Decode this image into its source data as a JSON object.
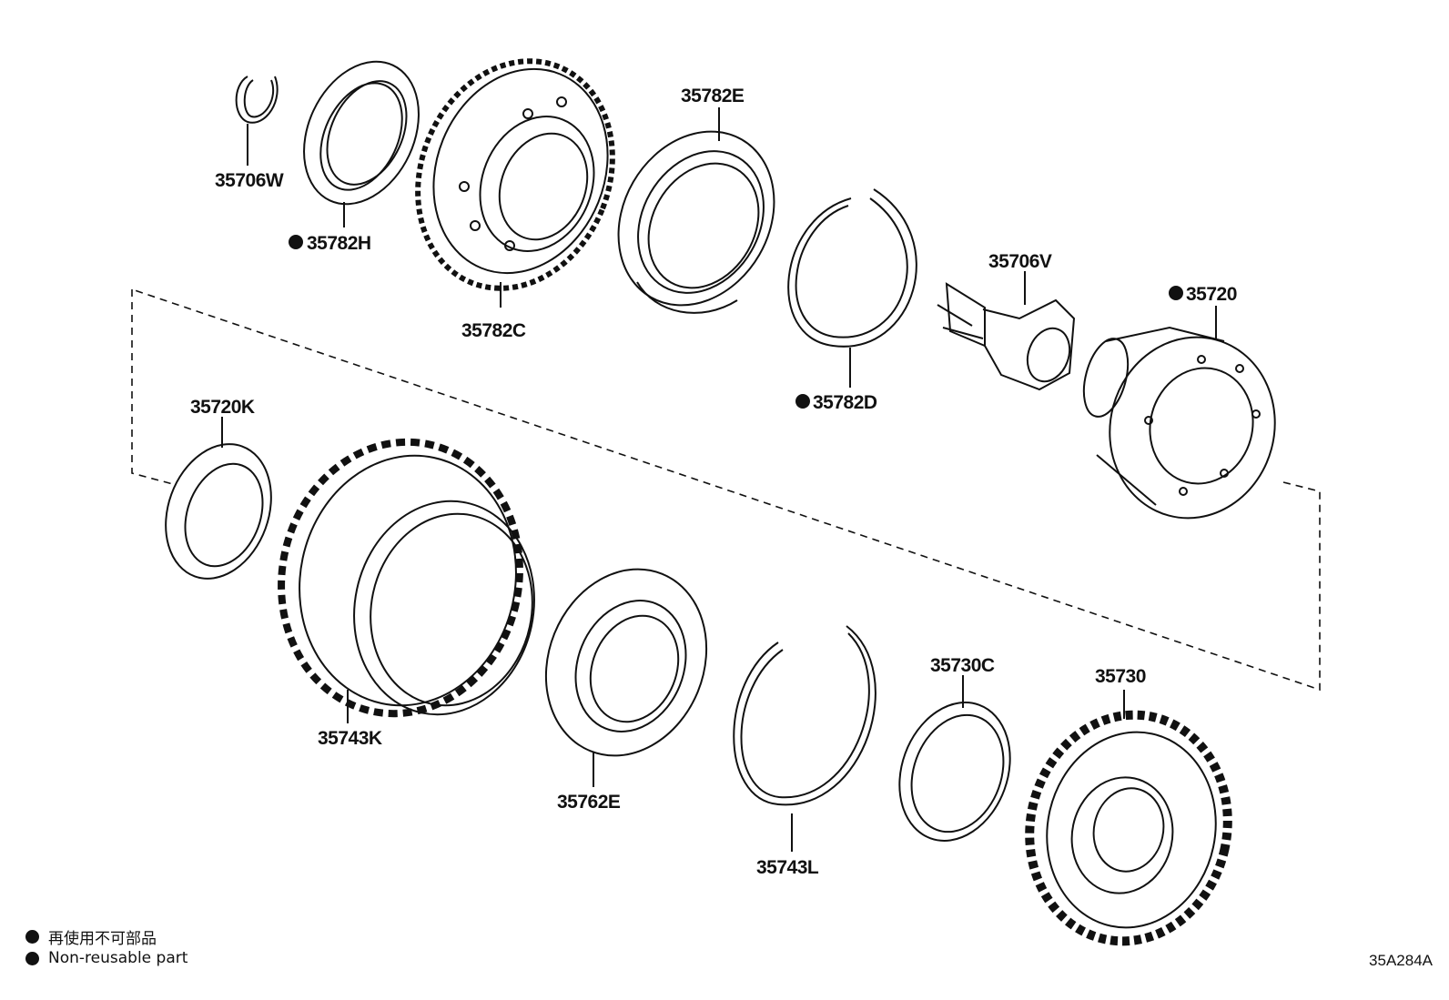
{
  "parts": {
    "p35706W": "35706W",
    "p35782H": "35782H",
    "p35782C": "35782C",
    "p35782E": "35782E",
    "p35782D": "35782D",
    "p35706V": "35706V",
    "p35720": "35720",
    "p35720K": "35720K",
    "p35743K": "35743K",
    "p35762E": "35762E",
    "p35743L": "35743L",
    "p35730C": "35730C",
    "p35730": "35730"
  },
  "non_reusable_parts": [
    "35782H",
    "35782D",
    "35720"
  ],
  "legend": {
    "jp": "再使用不可部品",
    "en": "Non-reusable part"
  },
  "diagram_code": "35A284A"
}
